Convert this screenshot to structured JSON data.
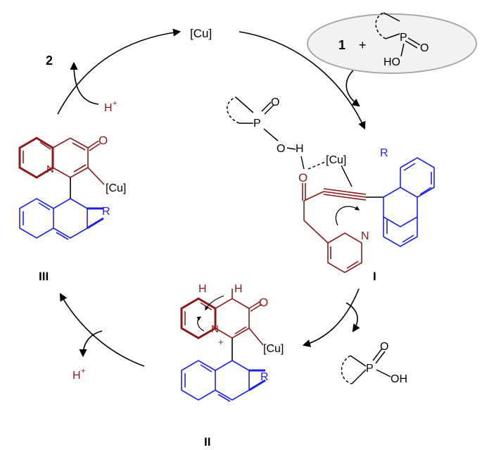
{
  "labels": {
    "cu_top": "[Cu]",
    "compound_1": "1",
    "plus": "+",
    "p_reagent": "P",
    "oxygen_reagent": "O",
    "ho_reagent": "HO",
    "product_2": "2",
    "h_plus_top": "H",
    "h_plus_top_sup": "+",
    "h_plus_bottom": "H",
    "h_plus_bottom_sup": "+",
    "intermediate_I": "I",
    "intermediate_II": "II",
    "intermediate_III": "III",
    "cu_I": "[Cu]",
    "cu_II": "[Cu]",
    "cu_III": "[Cu]",
    "R_I": "R",
    "R_II": "R",
    "R_III": "R",
    "N_I": "N",
    "N_II": "N",
    "N_plus_II": "+",
    "N_III": "N",
    "O_I": "O",
    "O_II": "O",
    "O_III": "O",
    "H_left_II": "H",
    "H_right_II": "H",
    "P_acid_I": "P",
    "O_acid_I": "O",
    "OH_O_acid_I": "O",
    "OH_H_acid_I": "H",
    "P_byproduct": "P",
    "O_byproduct": "O",
    "OH_byproduct": "OH"
  },
  "colors": {
    "dark_red": "#8b1a1a",
    "blue": "#1f1fe6",
    "black": "#000000",
    "gray": "#aaaaaa"
  }
}
